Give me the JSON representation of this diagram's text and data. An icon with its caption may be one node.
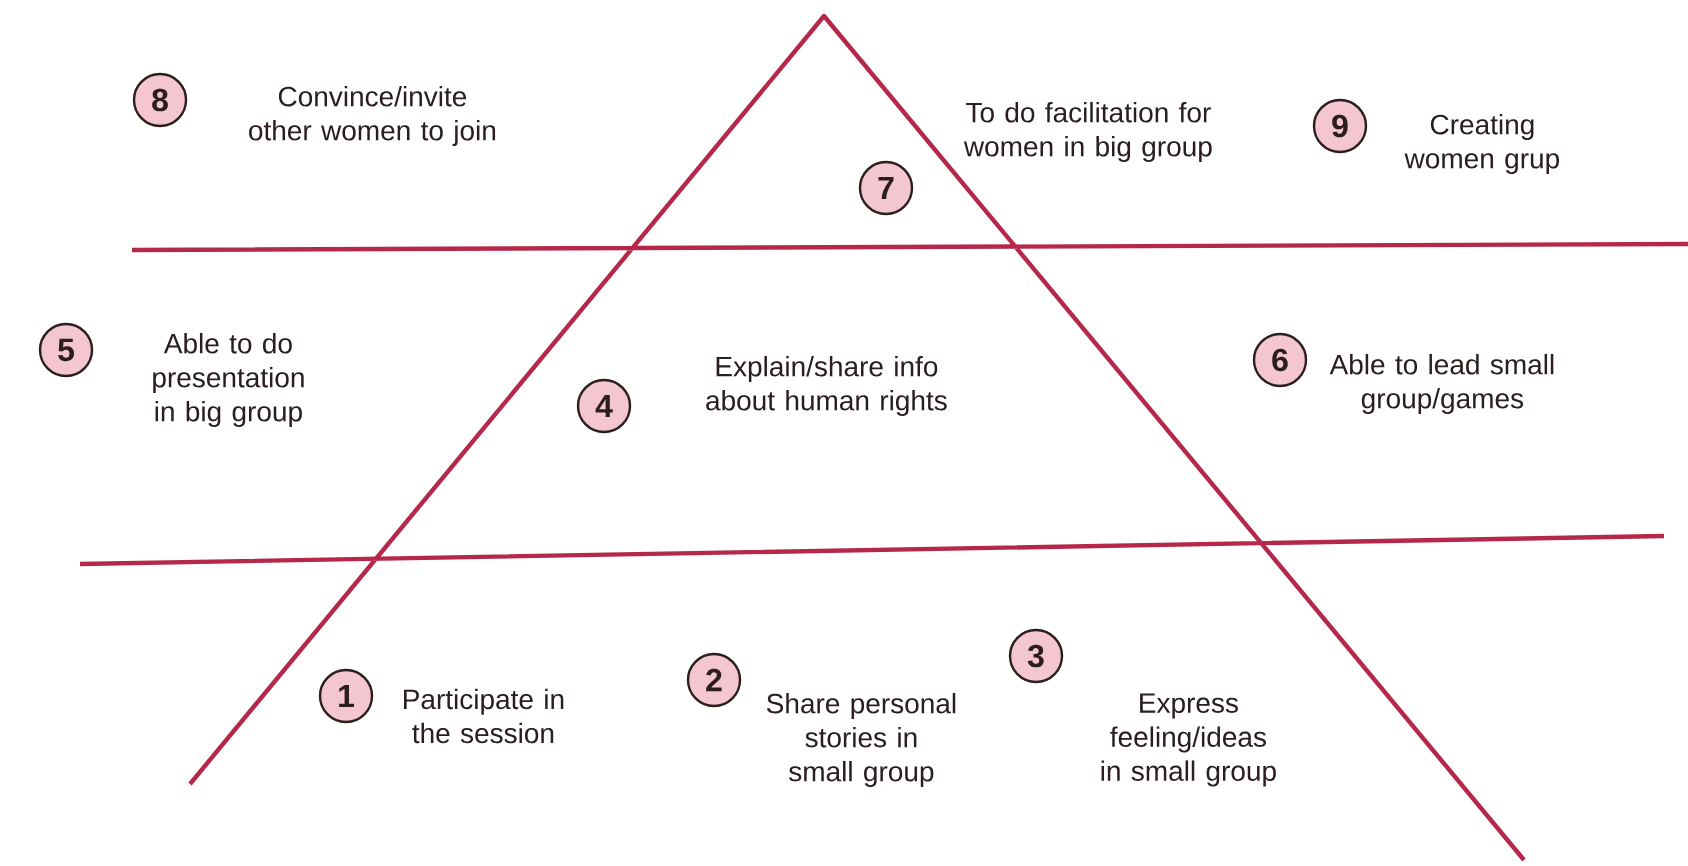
{
  "diagram": {
    "nodes": [
      {
        "text": [
          "8"
        ],
        "beside": [
          "Convince/invite other women to join"
        ]
      },
      {
        "text": [
          "7"
        ],
        "beside": [
          "To do facilitation for women in big group"
        ]
      },
      {
        "text": [
          "9"
        ],
        "beside": [
          "Creating women grup"
        ]
      },
      {
        "text": [
          "5"
        ],
        "beside": [
          "Able to do presentation in big group"
        ]
      },
      {
        "text": [
          "4"
        ],
        "beside": [
          "Explain/share info about human rights"
        ]
      },
      {
        "text": [
          "6"
        ],
        "beside": [
          "Able to lead small group/games"
        ]
      },
      {
        "text": [
          "1"
        ],
        "beside": [
          "Participate in the session"
        ]
      },
      {
        "text": [
          "2"
        ],
        "beside": [
          "Share personal stories in small group"
        ]
      },
      {
        "text": [
          "3"
        ],
        "beside": [
          "Express feeling/ideas in small group"
        ]
      }
    ]
  }
}
